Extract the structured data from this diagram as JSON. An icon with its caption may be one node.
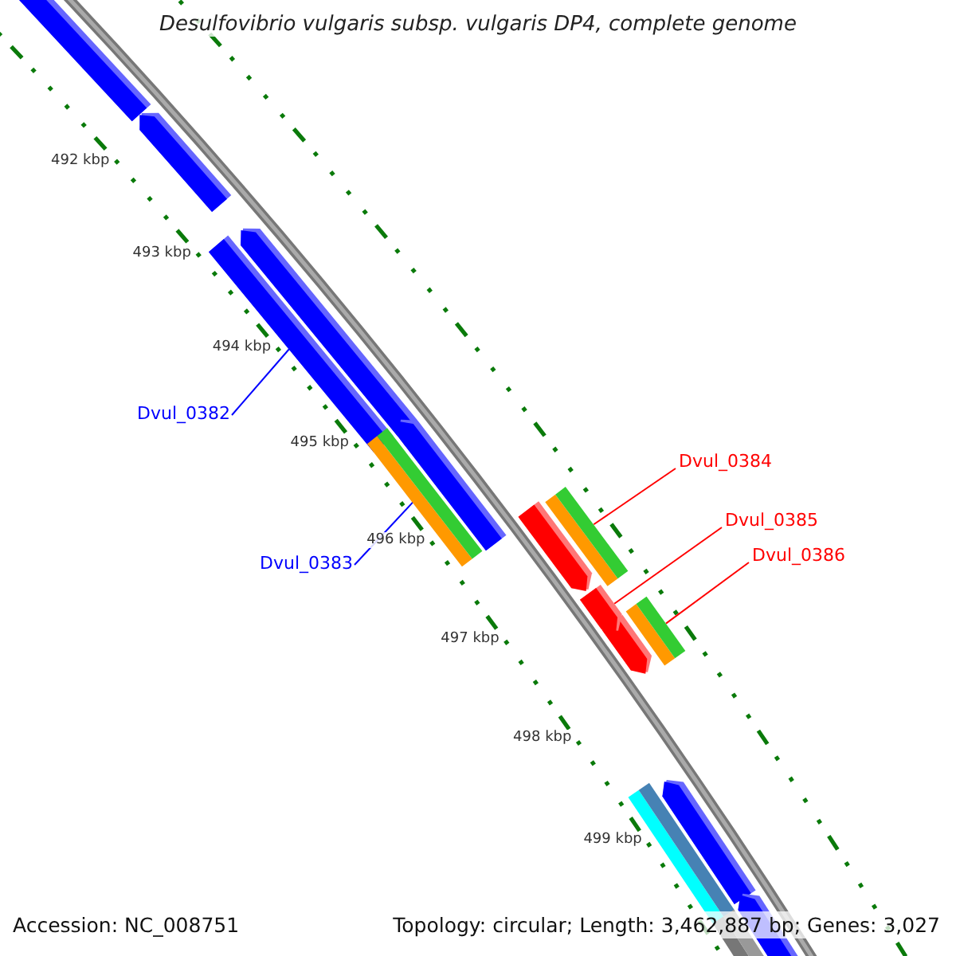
{
  "diagram": {
    "title": "Desulfovibrio vulgaris subsp. vulgaris DP4, complete genome",
    "nodes": [
      {
        "text": [
          "Dvul_0382"
        ]
      },
      {
        "text": [],
        "shape": "bar"
      },
      {
        "text": [
          "Dvul_0383"
        ]
      },
      {
        "text": [],
        "shape": "bar"
      },
      {
        "text": [
          "Dvul_0384"
        ]
      },
      {
        "text": [],
        "shape": "bar"
      },
      {
        "text": [
          "Dvul_0385"
        ]
      },
      {
        "text": [],
        "shape": "arrow"
      },
      {
        "text": [
          "Dvul_0386"
        ]
      },
      {
        "text": [],
        "shape": "bar"
      }
    ],
    "edges": [
      {
        "from": 0,
        "to": 1,
        "arrow": "none",
        "color": "#0000ff"
      },
      {
        "from": 2,
        "to": 3,
        "arrow": "none",
        "color": "#0000ff"
      },
      {
        "from": 4,
        "to": 5,
        "arrow": "none"
      },
      {
        "from": 6,
        "to": 7,
        "arrow": "none"
      },
      {
        "from": 8,
        "to": 9,
        "arrow": "none"
      }
    ],
    "labels": [
      "492 kbp",
      "493 kbp",
      "494 kbp",
      "495 kbp",
      "496 kbp",
      "497 kbp",
      "498 kbp",
      "499 kbp",
      "Accession: NC_008751",
      "Topology: circular; Length: 3,462,887 bp; Genes: 3,027"
    ]
  }
}
